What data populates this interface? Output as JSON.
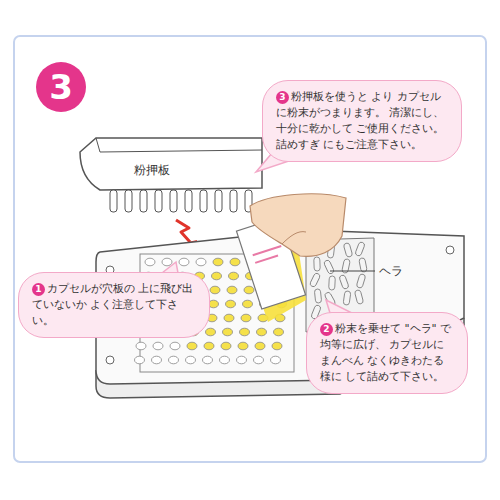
{
  "diagram": {
    "nodes": [
      {
        "text": [
          "3"
        ]
      },
      {
        "text": [
          "3",
          "粉押板を使うと より カプセルに粉末がつまります。 清潔にし、十分に乾かして ご使用ください。詰めすぎ にもご注意下さい。"
        ]
      },
      {
        "text": [
          "粉押板"
        ]
      },
      {
        "text": [
          "1",
          "カプセルが穴板の 上に飛び出ていないか よく注意して下さい。"
        ]
      },
      {
        "text": [
          "2",
          "粉末を乗せて \"ヘラ\" で均等に広げ、 カプセルにまんべん なくゆきわたる様に して詰めて下さい。"
        ]
      }
    ],
    "labels": [
      "ヘラ"
    ]
  }
}
